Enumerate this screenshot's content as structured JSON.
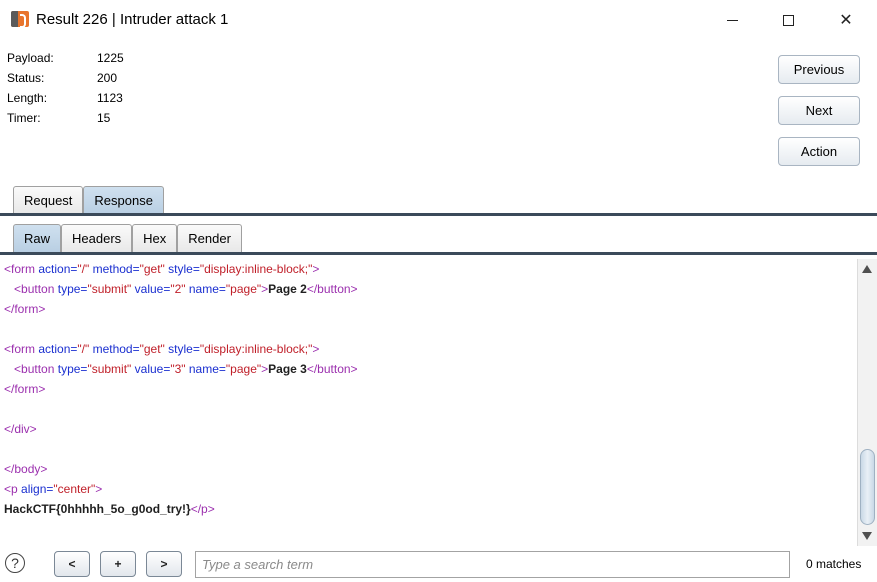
{
  "window": {
    "title": "Result 226 | Intruder attack 1",
    "minimize_icon": "minimize-icon",
    "maximize_icon": "maximize-icon",
    "close_icon": "close-icon",
    "close_glyph": "✕"
  },
  "info": {
    "payload_label": "Payload:",
    "payload_value": "1225",
    "status_label": "Status:",
    "status_value": "200",
    "length_label": "Length:",
    "length_value": "1123",
    "timer_label": "Timer:",
    "timer_value": "15"
  },
  "side_buttons": {
    "previous": "Previous",
    "next": "Next",
    "action": "Action"
  },
  "tabs_top": [
    "Request",
    "Response"
  ],
  "tabs_top_active": "Response",
  "tabs_view": [
    "Raw",
    "Headers",
    "Hex",
    "Render"
  ],
  "tabs_view_active": "Raw",
  "code_lines": [
    [
      {
        "c": "t",
        "s": "<form "
      },
      {
        "c": "a",
        "s": "action="
      },
      {
        "c": "v",
        "s": "\"/\""
      },
      {
        "c": "a",
        "s": " method="
      },
      {
        "c": "v",
        "s": "\"get\""
      },
      {
        "c": "a",
        "s": " style="
      },
      {
        "c": "v",
        "s": "\"display:inline-block;\""
      },
      {
        "c": "t",
        "s": ">"
      }
    ],
    [
      {
        "c": "",
        "s": "   "
      },
      {
        "c": "t",
        "s": "<button "
      },
      {
        "c": "a",
        "s": "type="
      },
      {
        "c": "v",
        "s": "\"submit\""
      },
      {
        "c": "a",
        "s": " value="
      },
      {
        "c": "v",
        "s": "\"2\""
      },
      {
        "c": "a",
        "s": " name="
      },
      {
        "c": "v",
        "s": "\"page\""
      },
      {
        "c": "t",
        "s": ">"
      },
      {
        "c": "bold",
        "s": "Page 2"
      },
      {
        "c": "t",
        "s": "</button>"
      }
    ],
    [
      {
        "c": "t",
        "s": "</form>"
      }
    ],
    [],
    [
      {
        "c": "t",
        "s": "<form "
      },
      {
        "c": "a",
        "s": "action="
      },
      {
        "c": "v",
        "s": "\"/\""
      },
      {
        "c": "a",
        "s": " method="
      },
      {
        "c": "v",
        "s": "\"get\""
      },
      {
        "c": "a",
        "s": " style="
      },
      {
        "c": "v",
        "s": "\"display:inline-block;\""
      },
      {
        "c": "t",
        "s": ">"
      }
    ],
    [
      {
        "c": "",
        "s": "   "
      },
      {
        "c": "t",
        "s": "<button "
      },
      {
        "c": "a",
        "s": "type="
      },
      {
        "c": "v",
        "s": "\"submit\""
      },
      {
        "c": "a",
        "s": " value="
      },
      {
        "c": "v",
        "s": "\"3\""
      },
      {
        "c": "a",
        "s": " name="
      },
      {
        "c": "v",
        "s": "\"page\""
      },
      {
        "c": "t",
        "s": ">"
      },
      {
        "c": "bold",
        "s": "Page 3"
      },
      {
        "c": "t",
        "s": "</button>"
      }
    ],
    [
      {
        "c": "t",
        "s": "</form>"
      }
    ],
    [],
    [
      {
        "c": "t",
        "s": "</div>"
      }
    ],
    [],
    [
      {
        "c": "t",
        "s": "</body>"
      }
    ],
    [
      {
        "c": "t",
        "s": "<p "
      },
      {
        "c": "a",
        "s": "align="
      },
      {
        "c": "v",
        "s": "\"center\""
      },
      {
        "c": "t",
        "s": ">"
      }
    ],
    [
      {
        "c": "bold",
        "s": "HackCTF{0hhhhh_5o_g0od_try!}"
      },
      {
        "c": "t",
        "s": "</p>"
      }
    ]
  ],
  "bottom": {
    "help_glyph": "?",
    "prev_glyph": "<",
    "add_glyph": "+",
    "next_glyph": ">",
    "search_placeholder": "Type a search term",
    "matches": "0 matches"
  },
  "colors": {
    "tag": "#9b2fae",
    "attr": "#1a2fd0",
    "value": "#c0202a",
    "separator": "#3b4a5a",
    "active_tab": "#b9cfe3"
  }
}
